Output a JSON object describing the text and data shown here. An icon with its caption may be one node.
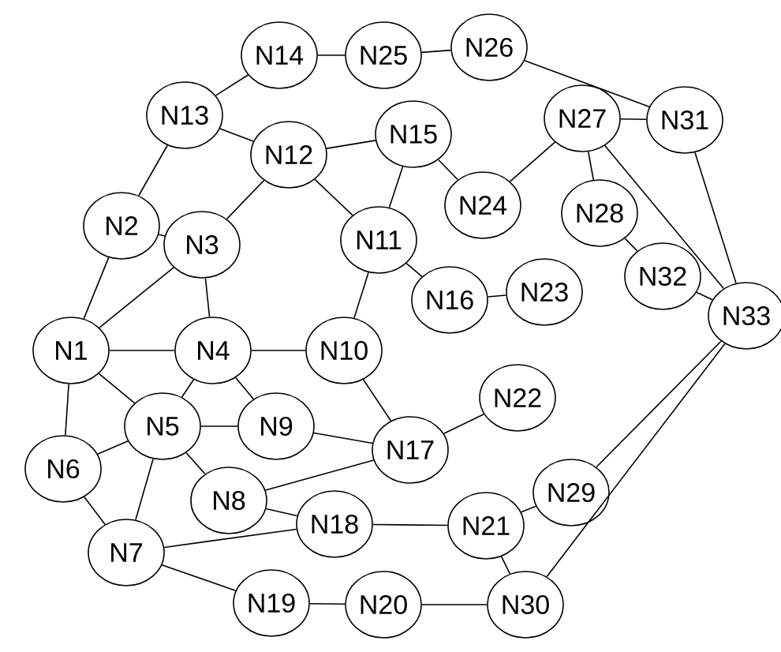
{
  "diagram": {
    "nodes": [
      {
        "text": [
          "N1"
        ]
      },
      {
        "text": [
          "N2"
        ]
      },
      {
        "text": [
          "N3"
        ]
      },
      {
        "text": [
          "N4"
        ]
      },
      {
        "text": [
          "N5"
        ]
      },
      {
        "text": [
          "N6"
        ]
      },
      {
        "text": [
          "N7"
        ]
      },
      {
        "text": [
          "N8"
        ]
      },
      {
        "text": [
          "N9"
        ]
      },
      {
        "text": [
          "N10"
        ]
      },
      {
        "text": [
          "N11"
        ]
      },
      {
        "text": [
          "N12"
        ]
      },
      {
        "text": [
          "N13"
        ]
      },
      {
        "text": [
          "N14"
        ]
      },
      {
        "text": [
          "N15"
        ]
      },
      {
        "text": [
          "N16"
        ]
      },
      {
        "text": [
          "N17"
        ]
      },
      {
        "text": [
          "N18"
        ]
      },
      {
        "text": [
          "N19"
        ]
      },
      {
        "text": [
          "N20"
        ]
      },
      {
        "text": [
          "N21"
        ]
      },
      {
        "text": [
          "N22"
        ]
      },
      {
        "text": [
          "N23"
        ]
      },
      {
        "text": [
          "N24"
        ]
      },
      {
        "text": [
          "N25"
        ]
      },
      {
        "text": [
          "N26"
        ]
      },
      {
        "text": [
          "N27"
        ]
      },
      {
        "text": [
          "N28"
        ]
      },
      {
        "text": [
          "N29"
        ]
      },
      {
        "text": [
          "N30"
        ]
      },
      {
        "text": [
          "N31"
        ]
      },
      {
        "text": [
          "N32"
        ]
      },
      {
        "text": [
          "N33"
        ]
      }
    ],
    "edges": [
      {
        "from": 13,
        "to": 24,
        "arrow": "none"
      },
      {
        "from": 24,
        "to": 25,
        "arrow": "none"
      },
      {
        "from": 12,
        "to": 13,
        "arrow": "none"
      },
      {
        "from": 12,
        "to": 11,
        "arrow": "none"
      },
      {
        "from": 12,
        "to": 1,
        "arrow": "none"
      },
      {
        "from": 1,
        "to": 2,
        "arrow": "none"
      },
      {
        "from": 1,
        "to": 0,
        "arrow": "none"
      },
      {
        "from": 2,
        "to": 0,
        "arrow": "none"
      },
      {
        "from": 2,
        "to": 11,
        "arrow": "none"
      },
      {
        "from": 11,
        "to": 14,
        "arrow": "none"
      },
      {
        "from": 11,
        "to": 10,
        "arrow": "none"
      },
      {
        "from": 14,
        "to": 10,
        "arrow": "none"
      },
      {
        "from": 14,
        "to": 23,
        "arrow": "none"
      },
      {
        "from": 26,
        "to": 23,
        "arrow": "none"
      },
      {
        "from": 26,
        "to": 27,
        "arrow": "none"
      },
      {
        "from": 26,
        "to": 30,
        "arrow": "none"
      },
      {
        "from": 26,
        "to": 32,
        "arrow": "none"
      },
      {
        "from": 30,
        "to": 32,
        "arrow": "none"
      },
      {
        "from": 25,
        "to": 30,
        "arrow": "none"
      },
      {
        "from": 27,
        "to": 31,
        "arrow": "none"
      },
      {
        "from": 31,
        "to": 32,
        "arrow": "none"
      },
      {
        "from": 10,
        "to": 15,
        "arrow": "none"
      },
      {
        "from": 15,
        "to": 22,
        "arrow": "none"
      },
      {
        "from": 10,
        "to": 9,
        "arrow": "none"
      },
      {
        "from": 9,
        "to": 3,
        "arrow": "none"
      },
      {
        "from": 2,
        "to": 3,
        "arrow": "none"
      },
      {
        "from": 0,
        "to": 3,
        "arrow": "none"
      },
      {
        "from": 0,
        "to": 4,
        "arrow": "none"
      },
      {
        "from": 3,
        "to": 4,
        "arrow": "none"
      },
      {
        "from": 3,
        "to": 8,
        "arrow": "none"
      },
      {
        "from": 0,
        "to": 5,
        "arrow": "none"
      },
      {
        "from": 5,
        "to": 4,
        "arrow": "none"
      },
      {
        "from": 4,
        "to": 8,
        "arrow": "none"
      },
      {
        "from": 8,
        "to": 16,
        "arrow": "none"
      },
      {
        "from": 9,
        "to": 16,
        "arrow": "none"
      },
      {
        "from": 16,
        "to": 21,
        "arrow": "none"
      },
      {
        "from": 7,
        "to": 16,
        "arrow": "none"
      },
      {
        "from": 4,
        "to": 6,
        "arrow": "none"
      },
      {
        "from": 4,
        "to": 7,
        "arrow": "none"
      },
      {
        "from": 5,
        "to": 6,
        "arrow": "none"
      },
      {
        "from": 7,
        "to": 17,
        "arrow": "none"
      },
      {
        "from": 6,
        "to": 17,
        "arrow": "none"
      },
      {
        "from": 6,
        "to": 18,
        "arrow": "none"
      },
      {
        "from": 18,
        "to": 19,
        "arrow": "none"
      },
      {
        "from": 17,
        "to": 20,
        "arrow": "none"
      },
      {
        "from": 19,
        "to": 29,
        "arrow": "none"
      },
      {
        "from": 20,
        "to": 29,
        "arrow": "none"
      },
      {
        "from": 20,
        "to": 28,
        "arrow": "none"
      },
      {
        "from": 28,
        "to": 32,
        "arrow": "none"
      },
      {
        "from": 29,
        "to": 32,
        "arrow": "none"
      }
    ]
  }
}
